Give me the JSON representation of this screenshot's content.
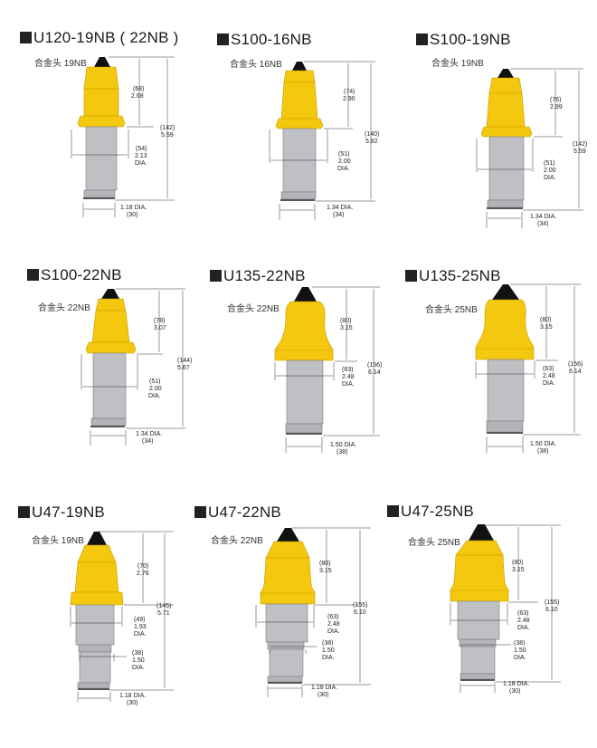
{
  "colors": {
    "head": "#F4C80E",
    "head_line": "#C89A00",
    "tip": "#111111",
    "shank": "#BFC0C4",
    "shank_edge": "#7D7E82",
    "dim_line": "#333333"
  },
  "items": [
    {
      "model": "U120-19NB ( 22NB )",
      "tip_label": "合金头 19NB",
      "head_len_mm": "(68)",
      "head_len_in": "2.68",
      "total_len_mm": "(142)",
      "total_len_in": "5.59",
      "shank_dia_mm": "(54)",
      "shank_dia_in": "2.13",
      "shank_dia_unit": "DIA.",
      "base_dia_in": "1.18 DIA.",
      "base_dia_mm": "(30)"
    },
    {
      "model": "S100-16NB",
      "tip_label": "合金头 16NB",
      "head_len_mm": "(74)",
      "head_len_in": "2.90",
      "total_len_mm": "(140)",
      "total_len_in": "5.82",
      "shank_dia_mm": "(51)",
      "shank_dia_in": "2.00",
      "shank_dia_unit": "DIA.",
      "base_dia_in": "1.34 DIA.",
      "base_dia_mm": "(34)"
    },
    {
      "model": "S100-19NB",
      "tip_label": "合金头 19NB",
      "head_len_mm": "(76)",
      "head_len_in": "2.99",
      "total_len_mm": "(142)",
      "total_len_in": "5.59",
      "shank_dia_mm": "(51)",
      "shank_dia_in": "2.00",
      "shank_dia_unit": "DIA.",
      "base_dia_in": "1.34 DIA.",
      "base_dia_mm": "(34)"
    },
    {
      "model": "S100-22NB",
      "tip_label": "合金头 22NB",
      "head_len_mm": "(78)",
      "head_len_in": "3.07",
      "total_len_mm": "(144)",
      "total_len_in": "5.67",
      "shank_dia_mm": "(51)",
      "shank_dia_in": "2.00",
      "shank_dia_unit": "DIA.",
      "base_dia_in": "1.34 DIA.",
      "base_dia_mm": "(34)"
    },
    {
      "model": "U135-22NB",
      "tip_label": "合金头 22NB",
      "head_len_mm": "(80)",
      "head_len_in": "3.15",
      "total_len_mm": "(156)",
      "total_len_in": "6.14",
      "shank_dia_mm": "(63)",
      "shank_dia_in": "2.48",
      "shank_dia_unit": "DIA.",
      "base_dia_in": "1.50 DIA.",
      "base_dia_mm": "(38)"
    },
    {
      "model": "U135-25NB",
      "tip_label": "合金头 25NB",
      "head_len_mm": "(80)",
      "head_len_in": "3.15",
      "total_len_mm": "(156)",
      "total_len_in": "6.14",
      "shank_dia_mm": "(63)",
      "shank_dia_in": "2.48",
      "shank_dia_unit": "DIA.",
      "base_dia_in": "1.50 DIA.",
      "base_dia_mm": "(38)"
    },
    {
      "model": "U47-19NB",
      "tip_label": "合金头 19NB",
      "head_len_mm": "(70)",
      "head_len_in": "2.76",
      "total_len_mm": "(145)",
      "total_len_in": "5.71",
      "shank_dia_mm": "(49)",
      "shank_dia_in": "1.93",
      "shank_dia_unit": "DIA.",
      "step_dia_mm": "(38)",
      "step_dia_in": "1.50",
      "step_dia_unit": "DIA.",
      "base_dia_in": "1.18 DIA.",
      "base_dia_mm": "(30)"
    },
    {
      "model": "U47-22NB",
      "tip_label": "合金头 22NB",
      "head_len_mm": "(80)",
      "head_len_in": "3.15",
      "total_len_mm": "(155)",
      "total_len_in": "6.10",
      "shank_dia_mm": "(63)",
      "shank_dia_in": "2.48",
      "shank_dia_unit": "DIA.",
      "step_dia_mm": "(38)",
      "step_dia_in": "1.50",
      "step_dia_unit": "DIA.",
      "base_dia_in": "1.18 DIA.",
      "base_dia_mm": "(30)"
    },
    {
      "model": "U47-25NB",
      "tip_label": "合金头 25NB",
      "head_len_mm": "(80)",
      "head_len_in": "3.15",
      "total_len_mm": "(155)",
      "total_len_in": "6.10",
      "shank_dia_mm": "(63)",
      "shank_dia_in": "2.48",
      "shank_dia_unit": "DIA.",
      "step_dia_mm": "(38)",
      "step_dia_in": "1.50",
      "step_dia_unit": "DIA.",
      "base_dia_in": "1.18 DIA.",
      "base_dia_mm": "(30)"
    }
  ]
}
